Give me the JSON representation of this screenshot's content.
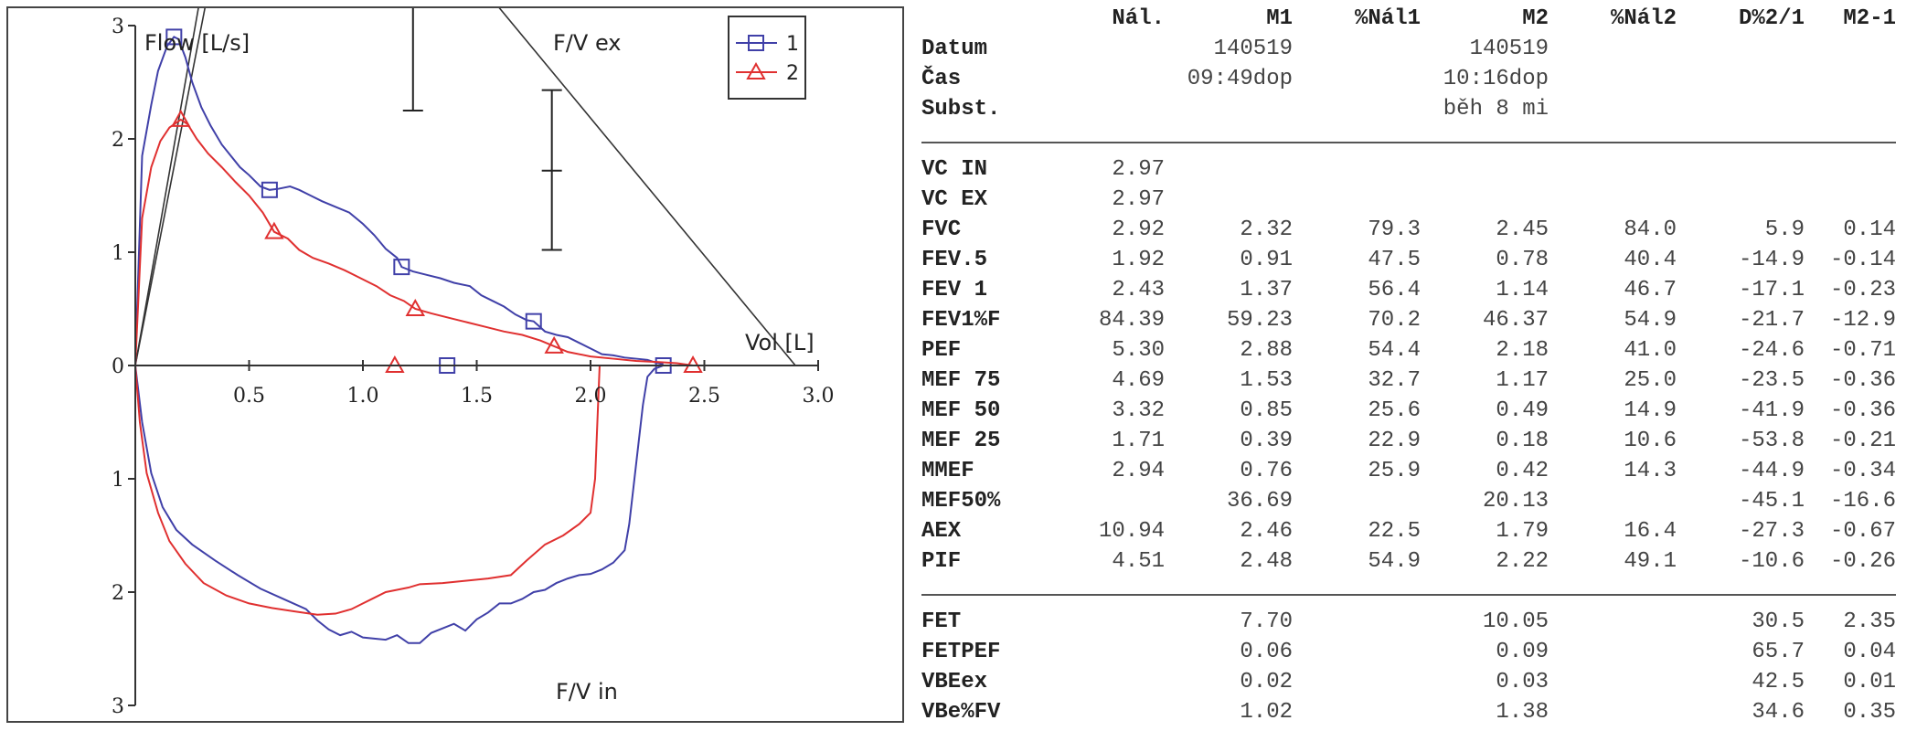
{
  "chart_data": {
    "type": "line",
    "title": "",
    "xlabel": "Vol [L]",
    "ylabel": "Flow [L/s]",
    "annotations": {
      "expiration": "F/V ex",
      "inspiration": "F/V in"
    },
    "xlim": [
      0,
      3.0
    ],
    "ylim_expiration": [
      0,
      3
    ],
    "ylim_inspiration": [
      0,
      3
    ],
    "x_ticks": [
      {
        "v": 0.5,
        "label": "0.5"
      },
      {
        "v": 1.0,
        "label": "1.0"
      },
      {
        "v": 1.5,
        "label": "1.5"
      },
      {
        "v": 2.0,
        "label": "2.0"
      },
      {
        "v": 2.5,
        "label": "2.5"
      },
      {
        "v": 3.0,
        "label": "3.0"
      }
    ],
    "y_ticks_expiration": [
      {
        "v": 0,
        "label": "0"
      },
      {
        "v": 1,
        "label": "1"
      },
      {
        "v": 2,
        "label": "2"
      },
      {
        "v": 3,
        "label": "3"
      }
    ],
    "y_ticks_inspiration": [
      {
        "v": 1,
        "label": "1"
      },
      {
        "v": 2,
        "label": "2"
      },
      {
        "v": 3,
        "label": "3"
      }
    ],
    "legend": {
      "placement": "top-right"
    },
    "series": [
      {
        "name": "1",
        "color": "#4040a8",
        "marker": "square",
        "expiration": [
          [
            0,
            0
          ],
          [
            0.03,
            1.85
          ],
          [
            0.07,
            2.3
          ],
          [
            0.1,
            2.6
          ],
          [
            0.14,
            2.82
          ],
          [
            0.17,
            2.9
          ],
          [
            0.19,
            2.88
          ],
          [
            0.22,
            2.72
          ],
          [
            0.25,
            2.5
          ],
          [
            0.29,
            2.28
          ],
          [
            0.33,
            2.12
          ],
          [
            0.38,
            1.95
          ],
          [
            0.42,
            1.85
          ],
          [
            0.46,
            1.75
          ],
          [
            0.5,
            1.68
          ],
          [
            0.55,
            1.58
          ],
          [
            0.59,
            1.55
          ],
          [
            0.63,
            1.56
          ],
          [
            0.68,
            1.58
          ],
          [
            0.72,
            1.55
          ],
          [
            0.77,
            1.5
          ],
          [
            0.82,
            1.45
          ],
          [
            0.88,
            1.4
          ],
          [
            0.94,
            1.35
          ],
          [
            1.0,
            1.25
          ],
          [
            1.05,
            1.15
          ],
          [
            1.1,
            1.03
          ],
          [
            1.15,
            0.95
          ],
          [
            1.17,
            0.87
          ],
          [
            1.22,
            0.83
          ],
          [
            1.28,
            0.8
          ],
          [
            1.34,
            0.77
          ],
          [
            1.4,
            0.73
          ],
          [
            1.47,
            0.7
          ],
          [
            1.52,
            0.62
          ],
          [
            1.57,
            0.57
          ],
          [
            1.62,
            0.52
          ],
          [
            1.67,
            0.45
          ],
          [
            1.72,
            0.4
          ],
          [
            1.75,
            0.39
          ],
          [
            1.8,
            0.3
          ],
          [
            1.85,
            0.27
          ],
          [
            1.9,
            0.25
          ],
          [
            1.95,
            0.2
          ],
          [
            2.0,
            0.15
          ],
          [
            2.05,
            0.1
          ],
          [
            2.1,
            0.09
          ],
          [
            2.15,
            0.07
          ],
          [
            2.2,
            0.06
          ],
          [
            2.25,
            0.05
          ],
          [
            2.28,
            0.03
          ],
          [
            2.32,
            0.01
          ]
        ],
        "expiration_markers": [
          [
            0.17,
            2.9
          ],
          [
            0.59,
            1.55
          ],
          [
            1.17,
            0.87
          ],
          [
            1.75,
            0.39
          ],
          [
            2.32,
            0.0
          ]
        ],
        "inspiration": [
          [
            0,
            0
          ],
          [
            0.03,
            0.5
          ],
          [
            0.07,
            0.95
          ],
          [
            0.12,
            1.25
          ],
          [
            0.18,
            1.45
          ],
          [
            0.25,
            1.58
          ],
          [
            0.35,
            1.72
          ],
          [
            0.45,
            1.85
          ],
          [
            0.55,
            1.97
          ],
          [
            0.65,
            2.06
          ],
          [
            0.75,
            2.15
          ],
          [
            0.8,
            2.25
          ],
          [
            0.85,
            2.33
          ],
          [
            0.9,
            2.38
          ],
          [
            0.95,
            2.35
          ],
          [
            1.0,
            2.4
          ],
          [
            1.05,
            2.41
          ],
          [
            1.1,
            2.42
          ],
          [
            1.15,
            2.38
          ],
          [
            1.2,
            2.45
          ],
          [
            1.25,
            2.45
          ],
          [
            1.3,
            2.36
          ],
          [
            1.35,
            2.32
          ],
          [
            1.4,
            2.28
          ],
          [
            1.45,
            2.34
          ],
          [
            1.5,
            2.24
          ],
          [
            1.55,
            2.18
          ],
          [
            1.6,
            2.1
          ],
          [
            1.65,
            2.1
          ],
          [
            1.7,
            2.06
          ],
          [
            1.75,
            2.0
          ],
          [
            1.8,
            1.98
          ],
          [
            1.85,
            1.92
          ],
          [
            1.9,
            1.88
          ],
          [
            1.95,
            1.85
          ],
          [
            2.0,
            1.84
          ],
          [
            2.05,
            1.8
          ],
          [
            2.1,
            1.74
          ],
          [
            2.15,
            1.63
          ],
          [
            2.17,
            1.4
          ],
          [
            2.19,
            1.05
          ],
          [
            2.21,
            0.7
          ],
          [
            2.23,
            0.35
          ],
          [
            2.25,
            0.1
          ],
          [
            2.28,
            0.03
          ],
          [
            2.32,
            0.0
          ]
        ],
        "inspiration_markers": [
          [
            1.37,
            0.0
          ]
        ]
      },
      {
        "name": "2",
        "color": "#e03030",
        "marker": "triangle",
        "expiration": [
          [
            0,
            0
          ],
          [
            0.03,
            1.3
          ],
          [
            0.07,
            1.75
          ],
          [
            0.11,
            1.98
          ],
          [
            0.15,
            2.1
          ],
          [
            0.2,
            2.17
          ],
          [
            0.23,
            2.13
          ],
          [
            0.27,
            2.0
          ],
          [
            0.32,
            1.87
          ],
          [
            0.38,
            1.75
          ],
          [
            0.44,
            1.62
          ],
          [
            0.5,
            1.5
          ],
          [
            0.56,
            1.35
          ],
          [
            0.61,
            1.18
          ],
          [
            0.67,
            1.12
          ],
          [
            0.72,
            1.02
          ],
          [
            0.78,
            0.95
          ],
          [
            0.85,
            0.9
          ],
          [
            0.92,
            0.84
          ],
          [
            1.0,
            0.76
          ],
          [
            1.06,
            0.7
          ],
          [
            1.12,
            0.62
          ],
          [
            1.18,
            0.57
          ],
          [
            1.23,
            0.5
          ],
          [
            1.3,
            0.46
          ],
          [
            1.38,
            0.42
          ],
          [
            1.46,
            0.38
          ],
          [
            1.54,
            0.34
          ],
          [
            1.62,
            0.3
          ],
          [
            1.7,
            0.27
          ],
          [
            1.78,
            0.22
          ],
          [
            1.84,
            0.17
          ],
          [
            1.9,
            0.12
          ],
          [
            2.0,
            0.08
          ],
          [
            2.1,
            0.06
          ],
          [
            2.2,
            0.04
          ],
          [
            2.3,
            0.03
          ],
          [
            2.38,
            0.02
          ],
          [
            2.45,
            0.0
          ]
        ],
        "expiration_markers": [
          [
            0.2,
            2.17
          ],
          [
            0.61,
            1.18
          ],
          [
            1.23,
            0.5
          ],
          [
            1.84,
            0.17
          ],
          [
            2.45,
            0.0
          ]
        ],
        "inspiration": [
          [
            0,
            0
          ],
          [
            0.02,
            0.5
          ],
          [
            0.05,
            0.95
          ],
          [
            0.1,
            1.3
          ],
          [
            0.15,
            1.55
          ],
          [
            0.22,
            1.75
          ],
          [
            0.3,
            1.92
          ],
          [
            0.4,
            2.03
          ],
          [
            0.5,
            2.1
          ],
          [
            0.6,
            2.14
          ],
          [
            0.7,
            2.17
          ],
          [
            0.8,
            2.2
          ],
          [
            0.88,
            2.19
          ],
          [
            0.95,
            2.15
          ],
          [
            1.0,
            2.1
          ],
          [
            1.05,
            2.05
          ],
          [
            1.1,
            2.0
          ],
          [
            1.15,
            1.98
          ],
          [
            1.2,
            1.96
          ],
          [
            1.25,
            1.93
          ],
          [
            1.35,
            1.92
          ],
          [
            1.45,
            1.9
          ],
          [
            1.55,
            1.88
          ],
          [
            1.65,
            1.85
          ],
          [
            1.72,
            1.72
          ],
          [
            1.8,
            1.58
          ],
          [
            1.88,
            1.5
          ],
          [
            1.95,
            1.4
          ],
          [
            2.0,
            1.3
          ],
          [
            2.02,
            1.0
          ],
          [
            2.03,
            0.5
          ],
          [
            2.04,
            0.0
          ]
        ],
        "inspiration_markers": [
          [
            1.14,
            0.0
          ]
        ]
      }
    ],
    "reference_lines": {
      "fev1_slope_line_1": [
        [
          0,
          0
        ],
        [
          0.29,
          3.3
        ]
      ],
      "fev1_slope_line_2": [
        [
          0,
          0
        ],
        [
          0.32,
          3.3
        ]
      ],
      "predicted_flow_line": [
        [
          1.54,
          3.3
        ],
        [
          2.9,
          0
        ]
      ]
    },
    "predicted_range_bars": [
      {
        "x": 1.22,
        "y_low": 2.25,
        "y_high": 3.3,
        "y_mid": null
      },
      {
        "x": 1.83,
        "y_low": 1.02,
        "y_high": 2.43,
        "y_mid": 1.72
      }
    ]
  },
  "table": {
    "headers": [
      "",
      "Nál.",
      "M1",
      "%Nál1",
      "M2",
      "%Nál2",
      "D%2/1",
      "M2-1"
    ],
    "info_rows": [
      {
        "label": "Datum",
        "m1": "140519",
        "m2": "140519"
      },
      {
        "label": "Čas",
        "m1": "09:49dop",
        "m2": "10:16dop"
      },
      {
        "label": "Subst.",
        "m1": "",
        "m2": "běh 8 mi"
      }
    ],
    "rows": [
      [
        "VC IN",
        "2.97",
        "",
        "",
        "",
        "",
        "",
        ""
      ],
      [
        "VC EX",
        "2.97",
        "",
        "",
        "",
        "",
        "",
        ""
      ],
      [
        "FVC",
        "2.92",
        "2.32",
        "79.3",
        "2.45",
        "84.0",
        "5.9",
        "0.14"
      ],
      [
        "FEV.5",
        "1.92",
        "0.91",
        "47.5",
        "0.78",
        "40.4",
        "-14.9",
        "-0.14"
      ],
      [
        "FEV 1",
        "2.43",
        "1.37",
        "56.4",
        "1.14",
        "46.7",
        "-17.1",
        "-0.23"
      ],
      [
        "FEV1%F",
        "84.39",
        "59.23",
        "70.2",
        "46.37",
        "54.9",
        "-21.7",
        "-12.9"
      ],
      [
        "PEF",
        "5.30",
        "2.88",
        "54.4",
        "2.18",
        "41.0",
        "-24.6",
        "-0.71"
      ],
      [
        "MEF 75",
        "4.69",
        "1.53",
        "32.7",
        "1.17",
        "25.0",
        "-23.5",
        "-0.36"
      ],
      [
        "MEF 50",
        "3.32",
        "0.85",
        "25.6",
        "0.49",
        "14.9",
        "-41.9",
        "-0.36"
      ],
      [
        "MEF 25",
        "1.71",
        "0.39",
        "22.9",
        "0.18",
        "10.6",
        "-53.8",
        "-0.21"
      ],
      [
        "MMEF",
        "2.94",
        "0.76",
        "25.9",
        "0.42",
        "14.3",
        "-44.9",
        "-0.34"
      ],
      [
        "MEF50%",
        "",
        "36.69",
        "",
        "20.13",
        "",
        "-45.1",
        "-16.6"
      ],
      [
        "AEX",
        "10.94",
        "2.46",
        "22.5",
        "1.79",
        "16.4",
        "-27.3",
        "-0.67"
      ],
      [
        "PIF",
        "4.51",
        "2.48",
        "54.9",
        "2.22",
        "49.1",
        "-10.6",
        "-0.26"
      ]
    ],
    "rows2": [
      [
        "FET",
        "",
        "7.70",
        "",
        "10.05",
        "",
        "30.5",
        "2.35"
      ],
      [
        "FETPEF",
        "",
        "0.06",
        "",
        "0.09",
        "",
        "65.7",
        "0.04"
      ],
      [
        "VBEex",
        "",
        "0.02",
        "",
        "0.03",
        "",
        "42.5",
        "0.01"
      ],
      [
        "VBe%FV",
        "",
        "1.02",
        "",
        "1.38",
        "",
        "34.6",
        "0.35"
      ]
    ]
  }
}
